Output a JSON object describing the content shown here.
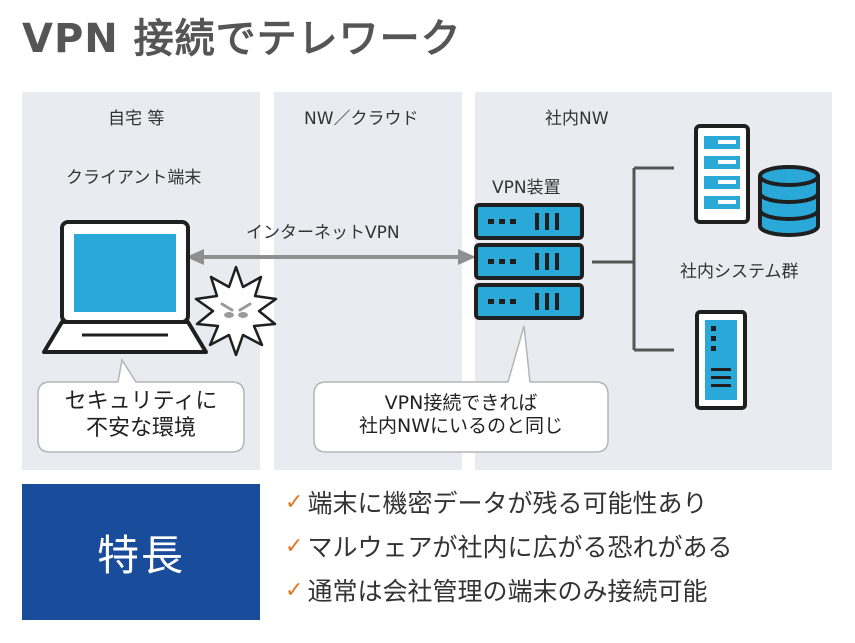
{
  "title": "VPN 接続でテレワーク",
  "zones": {
    "home": "自宅 等",
    "cloud": "NW／クラウド",
    "corp": "社内NW"
  },
  "labels": {
    "client": "クライアント端末",
    "vpn_device": "VPN装置",
    "internet_vpn": "インターネットVPN",
    "systems": "社内システム群"
  },
  "bubbles": {
    "security_line1": "セキュリティに",
    "security_line2": "不安な環境",
    "vpn_line1": "VPN接続できれば",
    "vpn_line2": "社内NWにいるのと同じ"
  },
  "feature": {
    "heading": "特長",
    "items": [
      "端末に機密データが残る可能性あり",
      "マルウェアが社内に広がる恐れがある",
      "通常は会社管理の端末のみ接続可能"
    ]
  },
  "colors": {
    "title": "#555555",
    "panel": "#e9ebf0",
    "device_blue": "#2aa9d9",
    "device_outline": "#1f1f1f",
    "feature_box": "#1a4c9c",
    "check": "#e07a2a"
  },
  "icons": [
    "laptop-icon",
    "threat-icon",
    "vpn-appliance-icon",
    "server-icon",
    "database-icon",
    "tower-server-icon"
  ]
}
